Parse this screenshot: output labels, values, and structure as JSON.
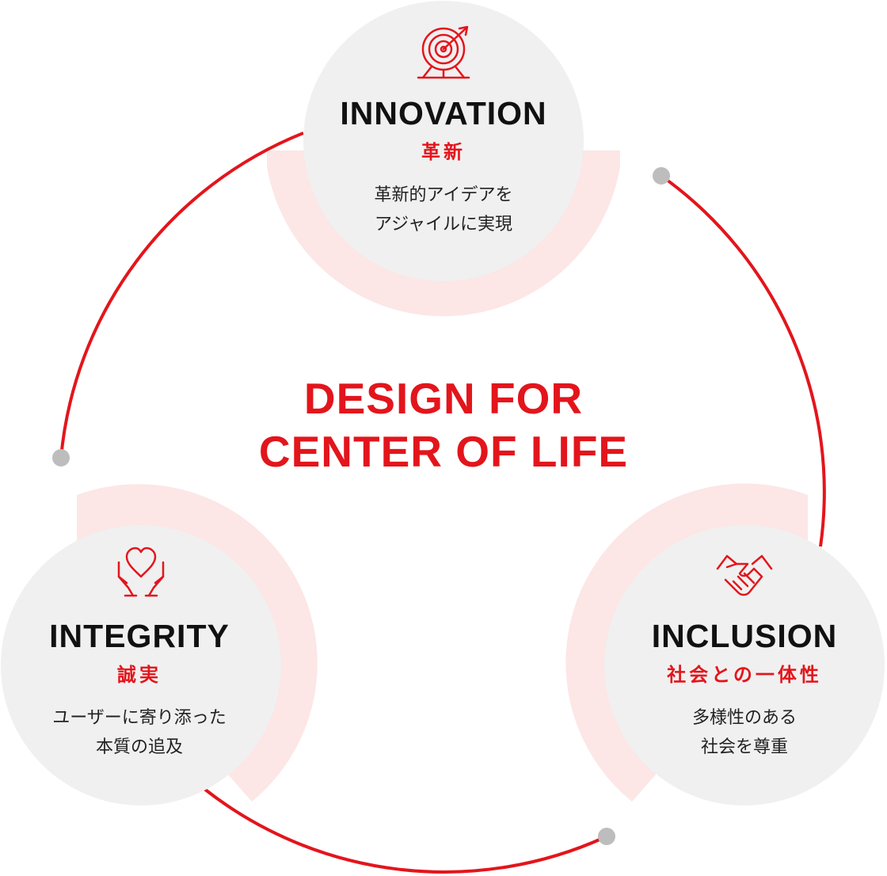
{
  "center": {
    "line1": "DESIGN FOR",
    "line2": "CENTER OF LIFE"
  },
  "nodes": {
    "innovation": {
      "title": "INNOVATION",
      "subtitle": "革新",
      "desc_line1": "革新的アイデアを",
      "desc_line2": "アジャイルに実現",
      "icon": "target-icon"
    },
    "integrity": {
      "title": "INTEGRITY",
      "subtitle": "誠実",
      "desc_line1": "ユーザーに寄り添った",
      "desc_line2": "本質の追及",
      "icon": "heart-hands-icon"
    },
    "inclusion": {
      "title": "INCLUSION",
      "subtitle": "社会との一体性",
      "desc_line1": "多様性のある",
      "desc_line2": "社会を尊重",
      "icon": "handshake-icon"
    }
  },
  "colors": {
    "accent": "#e3151c",
    "node_fill": "#f0f0f0",
    "halo_fill": "#fce6e6",
    "dot": "#bdbdbd",
    "text": "#111111"
  }
}
